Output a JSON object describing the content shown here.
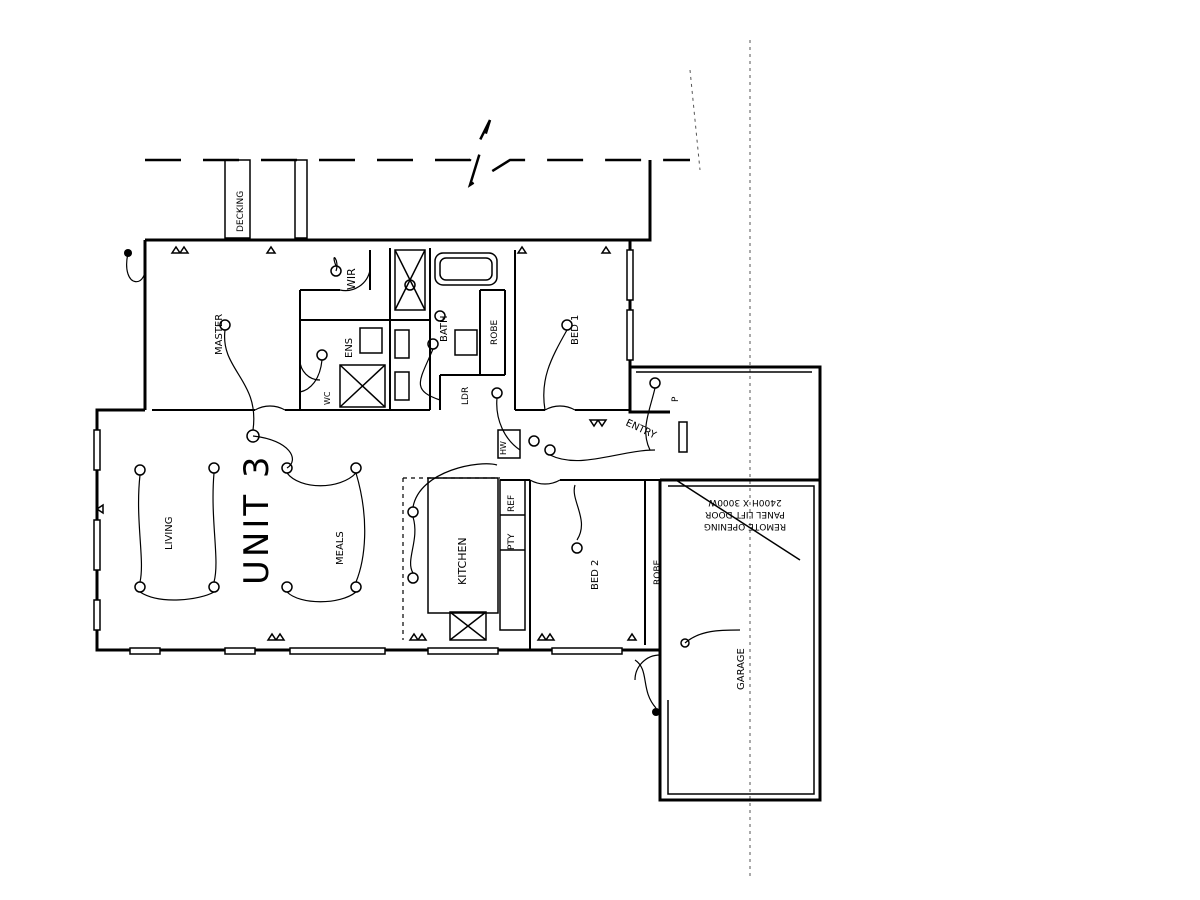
{
  "title": "UNIT 3",
  "rooms": {
    "decking": "DECKING",
    "wir": "WIR",
    "master": "MASTER",
    "ens": "ENS",
    "bath": "BATH",
    "robe_top": "ROBE",
    "bed1": "BED 1",
    "living": "LIVING",
    "meals": "MEALS",
    "kitchen": "KITCHEN",
    "pty": "PTY",
    "ref": "REF",
    "bed2": "BED 2",
    "robe_bottom": "ROBE",
    "entry": "ENTRY",
    "garage": "GARAGE",
    "ldr": "LDR",
    "wc": "WC"
  },
  "labels": {
    "hw": "HW",
    "p": "P",
    "garage_door_line1": "2400H X 3000W",
    "garage_door_line2": "PANEL LIFT DOOR",
    "garage_door_line3": "REMOTE OPENING"
  }
}
